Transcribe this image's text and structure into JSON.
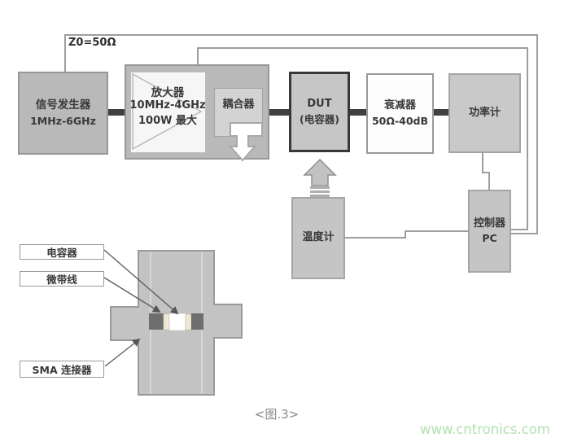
{
  "diagram": {
    "impedance_label": "Z0=50Ω",
    "blocks": {
      "signal_generator": {
        "title": "信号发生器",
        "subtitle": "1MHz-6GHz"
      },
      "amplifier": {
        "title": "放大器",
        "line2": "10MHz-4GHz",
        "line3": "100W 最大"
      },
      "coupler": {
        "title": "耦合器"
      },
      "dut": {
        "title": "DUT",
        "subtitle": "(电容器)"
      },
      "attenuator": {
        "title": "衰减器",
        "subtitle": "50Ω-40dB"
      },
      "power_meter": {
        "title": "功率计"
      },
      "thermometer": {
        "title": "温度计"
      },
      "controller": {
        "title": "控制器",
        "subtitle": "PC"
      }
    },
    "fixture_labels": {
      "capacitor": "电容器",
      "microstrip": "微带线",
      "sma_connector": "SMA 连接器"
    },
    "caption": "<图.3>",
    "watermark": "www.cntronics.com",
    "icons": {
      "amplifier_symbol": "triangle-right-icon",
      "coupled_port": "bent-down-arrow-icon",
      "temperature_probe": "up-arrow-icon",
      "label_leaders": "thin-arrow-icon"
    },
    "colors": {
      "box_gray": "#b9b9b9",
      "dut_fill": "#c6c6c6",
      "dut_border": "#383838",
      "signal_bar": "#404040",
      "wire_gray": "#9e9e9e",
      "fixture_gray": "#c3c3c3",
      "connector_dark": "#6e6e6e",
      "terminal_cream": "#eee8d5",
      "watermark_green": "#b2e0b2"
    }
  }
}
